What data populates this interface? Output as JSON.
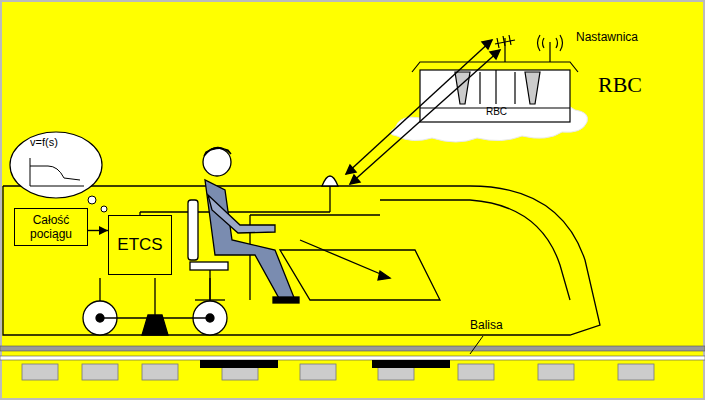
{
  "diagram": {
    "nodes": [
      {
        "text": [
          "Całość pociągu"
        ]
      },
      {
        "text": [
          "ETCS"
        ]
      },
      {
        "text": [
          "v=f(s)"
        ]
      },
      {
        "text": [
          "RBC"
        ]
      }
    ],
    "edges": [
      {
        "from": 0,
        "to": 1,
        "arrow": "to"
      }
    ],
    "labels": [
      "Nastawnica",
      "RBC",
      "Balisa"
    ]
  }
}
